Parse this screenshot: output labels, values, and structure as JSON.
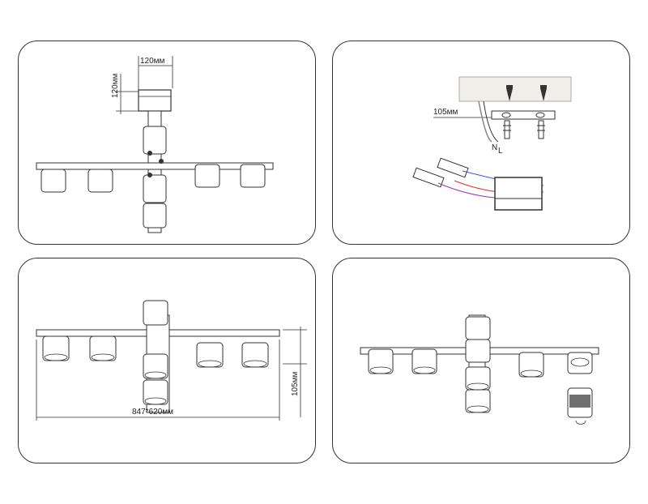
{
  "colors": {
    "stroke": "#333333",
    "accent_blue": "#3b5bdb",
    "accent_red": "#e03131",
    "accent_purple": "#9c36b5"
  },
  "panels": {
    "top_left": {
      "dim_width": "120мм",
      "dim_height": "120мм"
    },
    "top_right": {
      "dim_offset": "105мм",
      "wire_n": "N",
      "wire_l": "L"
    },
    "bottom_left": {
      "dim_height": "105мм",
      "dim_size": "847*620мм"
    },
    "bottom_right": {}
  }
}
